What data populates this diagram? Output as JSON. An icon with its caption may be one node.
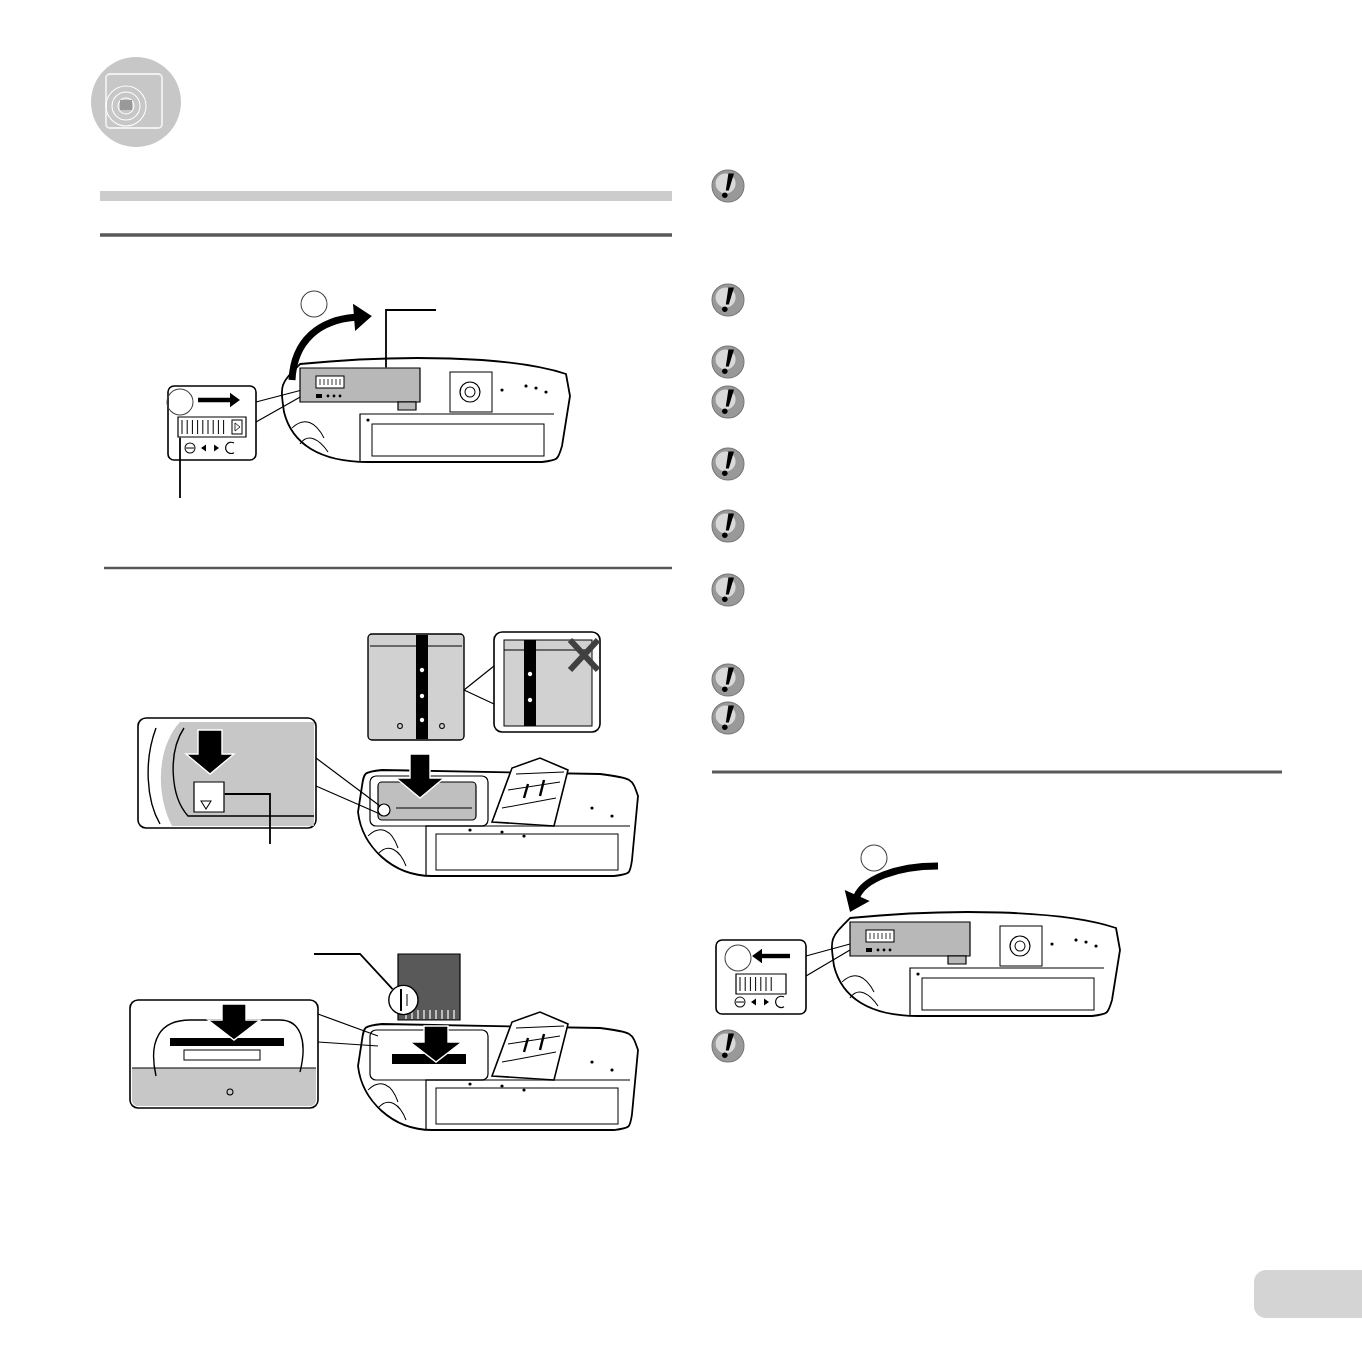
{
  "diagram": {
    "nodes": [
      {
        "text": [],
        "shape": "picture"
      },
      {
        "text": [],
        "shape": "picture"
      },
      {
        "text": [],
        "shape": "picture"
      },
      {
        "text": [],
        "shape": "circle"
      },
      {
        "text": [],
        "shape": "picture"
      }
    ],
    "edges": [
      {
        "from": null,
        "to": 0,
        "arrow": "none"
      },
      {
        "from": null,
        "to": 1,
        "arrow": "none"
      },
      {
        "from": null,
        "to": 2,
        "arrow": "none"
      },
      {
        "from": null,
        "to": 3,
        "arrow": "none"
      }
    ]
  }
}
